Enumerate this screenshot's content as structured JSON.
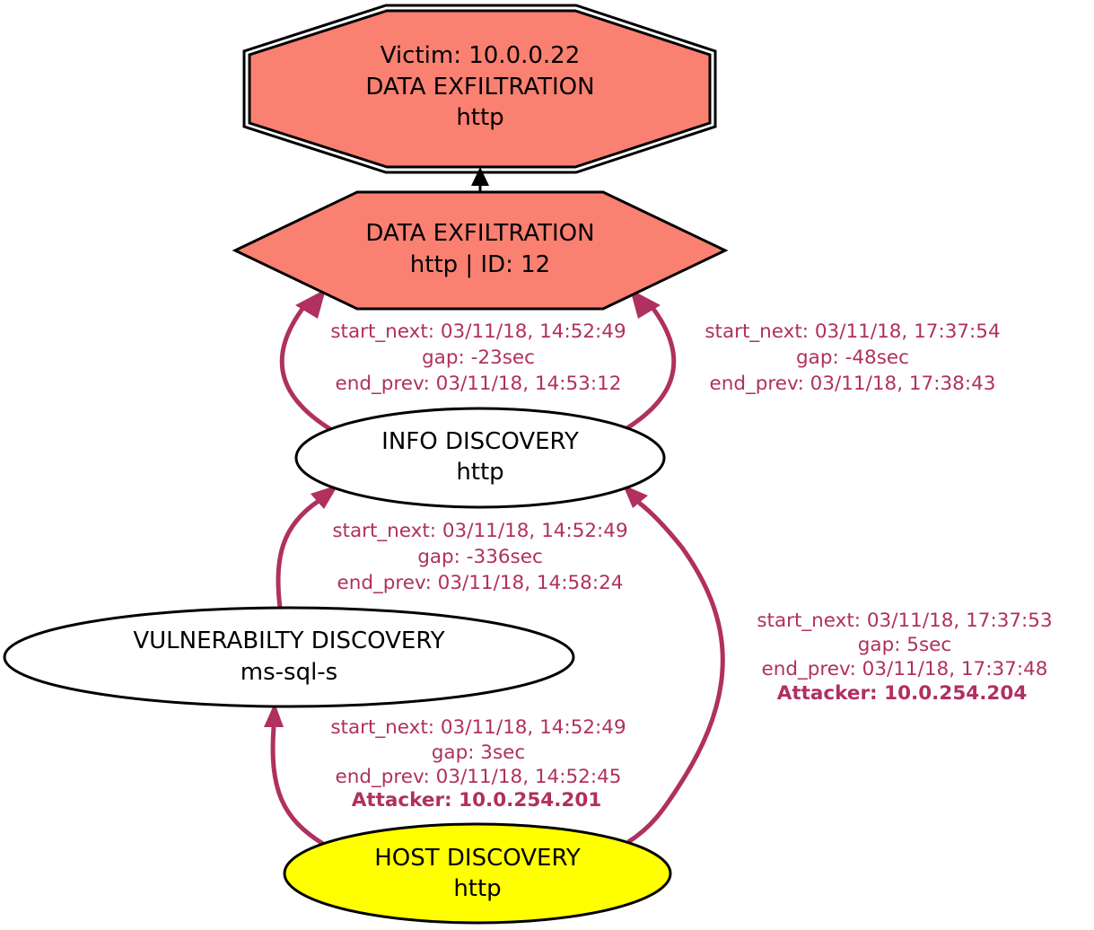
{
  "colors": {
    "edge": "#b03060",
    "victim_fill": "#fa8072",
    "start_fill": "#ffff00",
    "node_stroke": "#000000",
    "plain_fill": "#ffffff"
  },
  "nodes": {
    "victim": {
      "lines": [
        "Victim: 10.0.0.22",
        "DATA EXFILTRATION",
        "http"
      ]
    },
    "exfil": {
      "lines": [
        "DATA EXFILTRATION",
        "http | ID: 12"
      ]
    },
    "info": {
      "lines": [
        "INFO DISCOVERY",
        "http"
      ]
    },
    "vuln": {
      "lines": [
        "VULNERABILTY DISCOVERY",
        "ms-sql-s"
      ]
    },
    "host": {
      "lines": [
        "HOST DISCOVERY",
        "http"
      ]
    }
  },
  "edges": {
    "info_exfil_left": {
      "start_next": "start_next: 03/11/18, 14:52:49",
      "gap": "gap: -23sec",
      "end_prev": "end_prev: 03/11/18, 14:53:12"
    },
    "info_exfil_right": {
      "start_next": "start_next: 03/11/18, 17:37:54",
      "gap": "gap: -48sec",
      "end_prev": "end_prev: 03/11/18, 17:38:43"
    },
    "vuln_info": {
      "start_next": "start_next: 03/11/18, 14:52:49",
      "gap": "gap: -336sec",
      "end_prev": "end_prev: 03/11/18, 14:58:24"
    },
    "host_info": {
      "start_next": "start_next: 03/11/18, 17:37:53",
      "gap": "gap: 5sec",
      "end_prev": "end_prev: 03/11/18, 17:37:48",
      "attacker": "Attacker: 10.0.254.204"
    },
    "host_vuln": {
      "start_next": "start_next: 03/11/18, 14:52:49",
      "gap": "gap: 3sec",
      "end_prev": "end_prev: 03/11/18, 14:52:45",
      "attacker": "Attacker: 10.0.254.201"
    }
  }
}
